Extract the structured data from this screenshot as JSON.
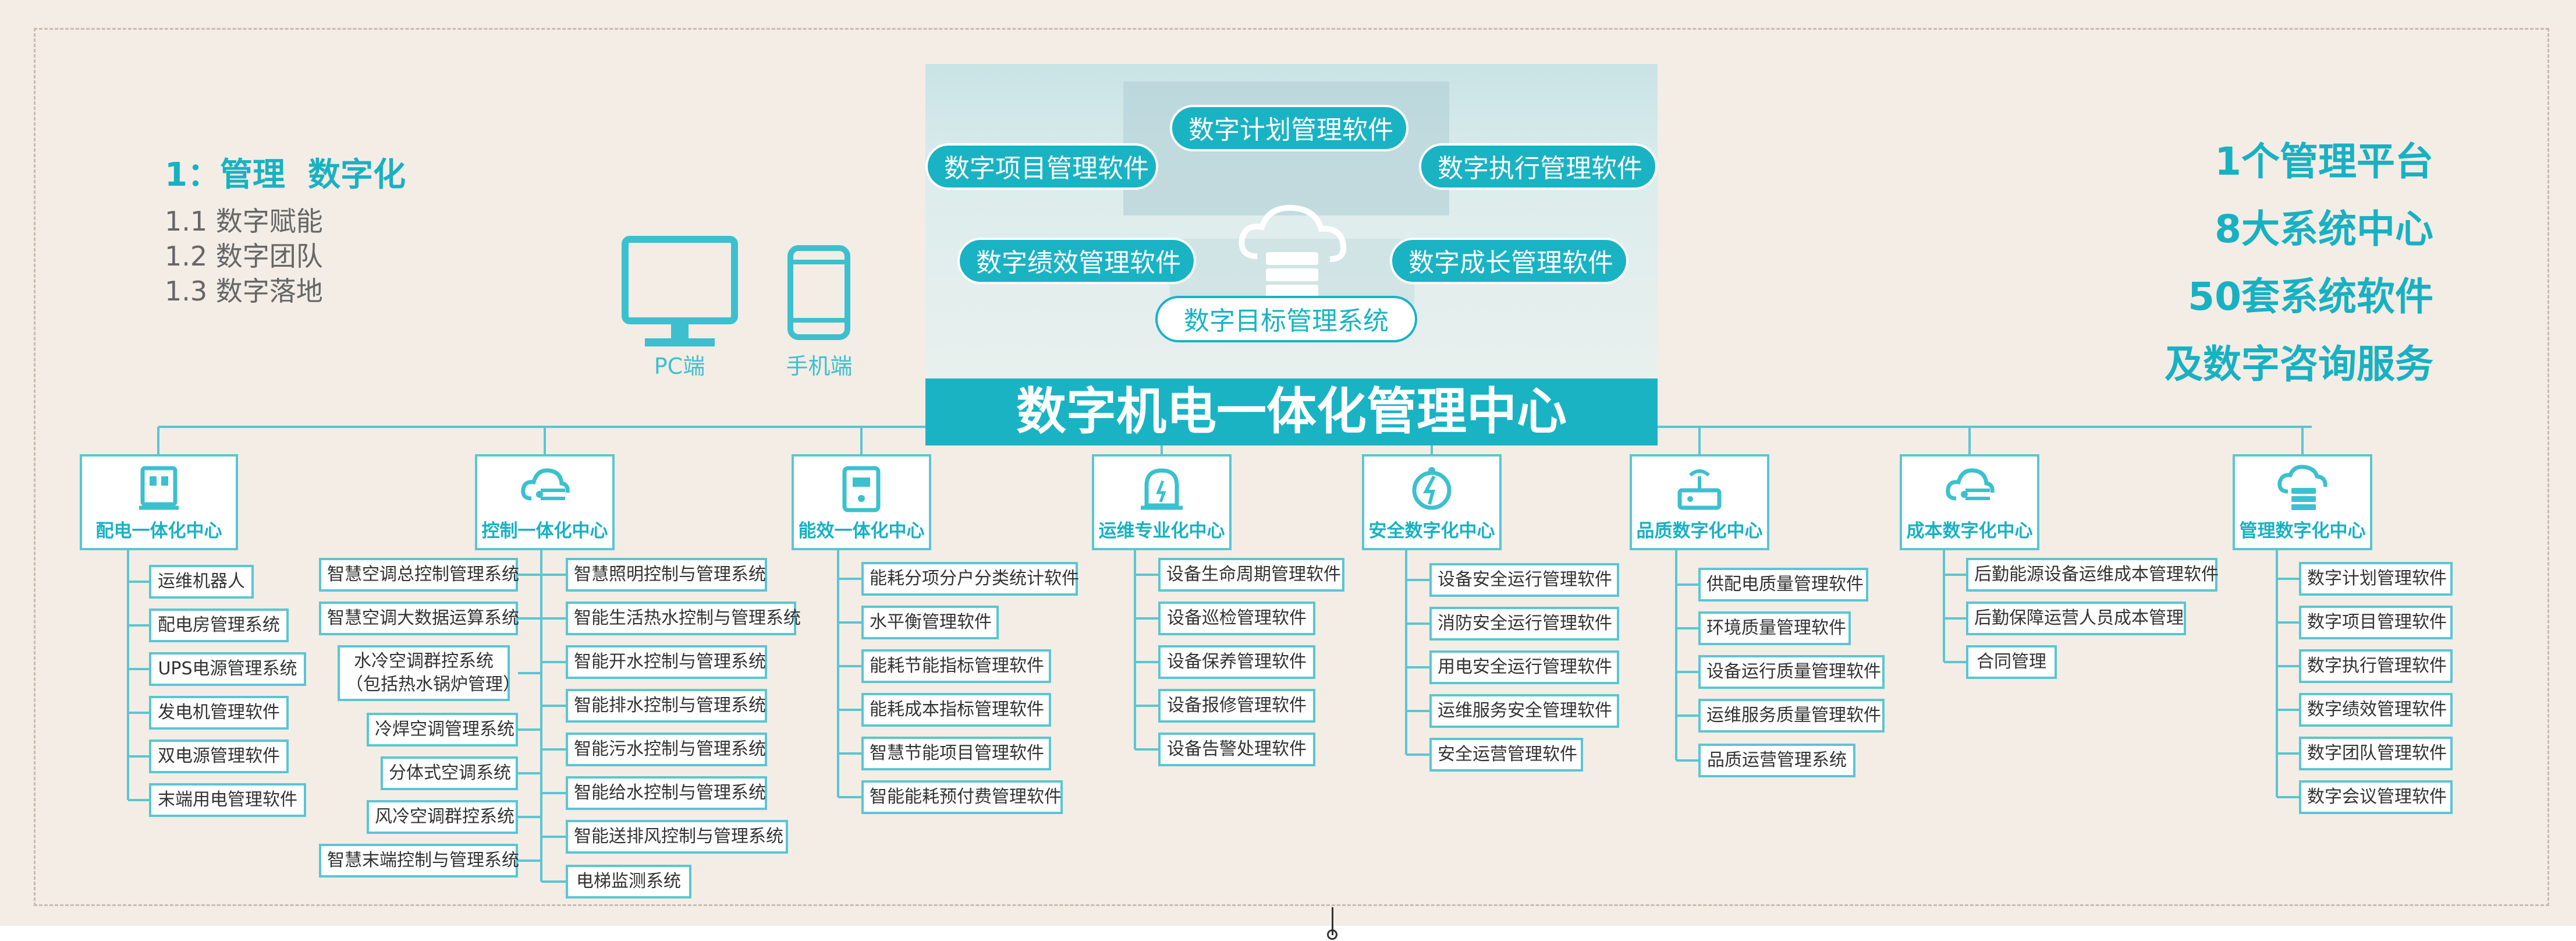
{
  "left": {
    "title": "1：管理  数字化",
    "items": [
      "1.1 数字赋能",
      "1.2 数字团队",
      "1.3 数字落地"
    ]
  },
  "devices": {
    "pc_label": "PC端",
    "mobile_label": "手机端"
  },
  "hero": {
    "pills": {
      "project": "数字项目管理软件",
      "plan": "数字计划管理软件",
      "execute": "数字执行管理软件",
      "performance": "数字绩效管理软件",
      "growth": "数字成长管理软件",
      "target": "数字目标管理系统"
    },
    "center_title": "数字机电一体化管理中心"
  },
  "right": {
    "line1": "1个管理平台",
    "line2": "8大系统中心",
    "line3": "50套系统软件",
    "line4": "及数字咨询服务"
  },
  "centers": [
    {
      "label": "配电一体化中心",
      "items": [
        "运维机器人",
        "配电房管理系统",
        "UPS电源管理系统",
        "发电机管理软件",
        "双电源管理软件",
        "末端用电管理软件"
      ]
    },
    {
      "label": "控制一体化中心",
      "left_items": [
        "智慧空调总控制管理系统",
        "智慧空调大数据运算系统",
        "水冷空调群控系统",
        "（包括热水锅炉管理）",
        "冷焊空调管理系统",
        "分体式空调系统",
        "风冷空调群控系统",
        "智慧末端控制与管理系统"
      ],
      "right_items": [
        "智慧照明控制与管理系统",
        "智能生活热水控制与管理系统",
        "智能开水控制与管理系统",
        "智能排水控制与管理系统",
        "智能污水控制与管理系统",
        "智能给水控制与管理系统",
        "智能送排风控制与管理系统",
        "电梯监测系统"
      ]
    },
    {
      "label": "能效一体化中心",
      "items": [
        "能耗分项分户分类统计软件",
        "水平衡管理软件",
        "能耗节能指标管理软件",
        "能耗成本指标管理软件",
        "智慧节能项目管理软件",
        "智能能耗预付费管理软件"
      ]
    },
    {
      "label": "运维专业化中心",
      "items": [
        "设备生命周期管理软件",
        "设备巡检管理软件",
        "设备保养管理软件",
        "设备报修管理软件",
        "设备告警处理软件"
      ]
    },
    {
      "label": "安全数字化中心",
      "items": [
        "设备安全运行管理软件",
        "消防安全运行管理软件",
        "用电安全运行管理软件",
        "运维服务安全管理软件",
        "安全运营管理软件"
      ]
    },
    {
      "label": "品质数字化中心",
      "items": [
        "供配电质量管理软件",
        "环境质量管理软件",
        "设备运行质量管理软件",
        "运维服务质量管理软件",
        "品质运营管理系统"
      ]
    },
    {
      "label": "成本数字化中心",
      "items": [
        "后勤能源设备运维成本管理软件",
        "后勤保障运营人员成本管理",
        "合同管理"
      ]
    },
    {
      "label": "管理数字化中心",
      "items": [
        "数字计划管理软件",
        "数字项目管理软件",
        "数字执行管理软件",
        "数字绩效管理软件",
        "数字团队管理软件",
        "数字会议管理软件"
      ]
    }
  ],
  "colors": {
    "accent": "#19b3c4",
    "border": "#5ac6d2",
    "background": "#f3ede6"
  }
}
